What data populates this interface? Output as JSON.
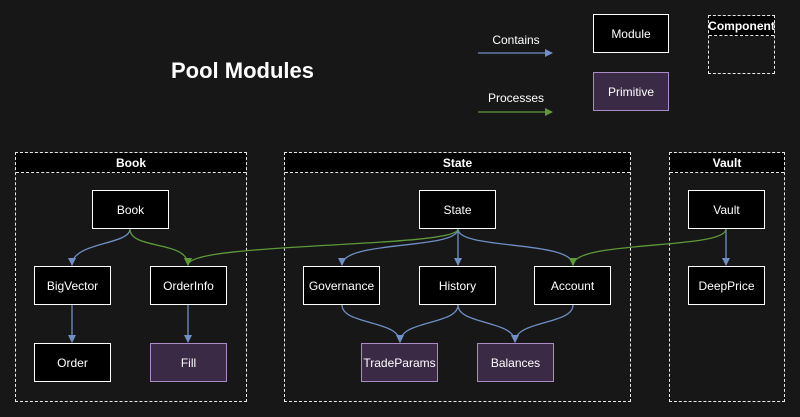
{
  "title": "Pool Modules",
  "legend": {
    "contains_label": "Contains",
    "processes_label": "Processes",
    "module_label": "Module",
    "primitive_label": "Primitive",
    "component_label": "Component"
  },
  "colors": {
    "background": "#171717",
    "contains_edge": "#6f8fc4",
    "processes_edge": "#5e9a3a",
    "primitive_fill": "#3a2a45",
    "primitive_border": "#a98bc6"
  },
  "groups": {
    "book": "Book",
    "state": "State",
    "vault": "Vault"
  },
  "nodes": {
    "book": "Book",
    "bigvector": "BigVector",
    "orderinfo": "OrderInfo",
    "order": "Order",
    "fill": "Fill",
    "state": "State",
    "governance": "Governance",
    "history": "History",
    "account": "Account",
    "tradeparams": "TradeParams",
    "balances": "Balances",
    "vault": "Vault",
    "deepprice": "DeepPrice"
  }
}
